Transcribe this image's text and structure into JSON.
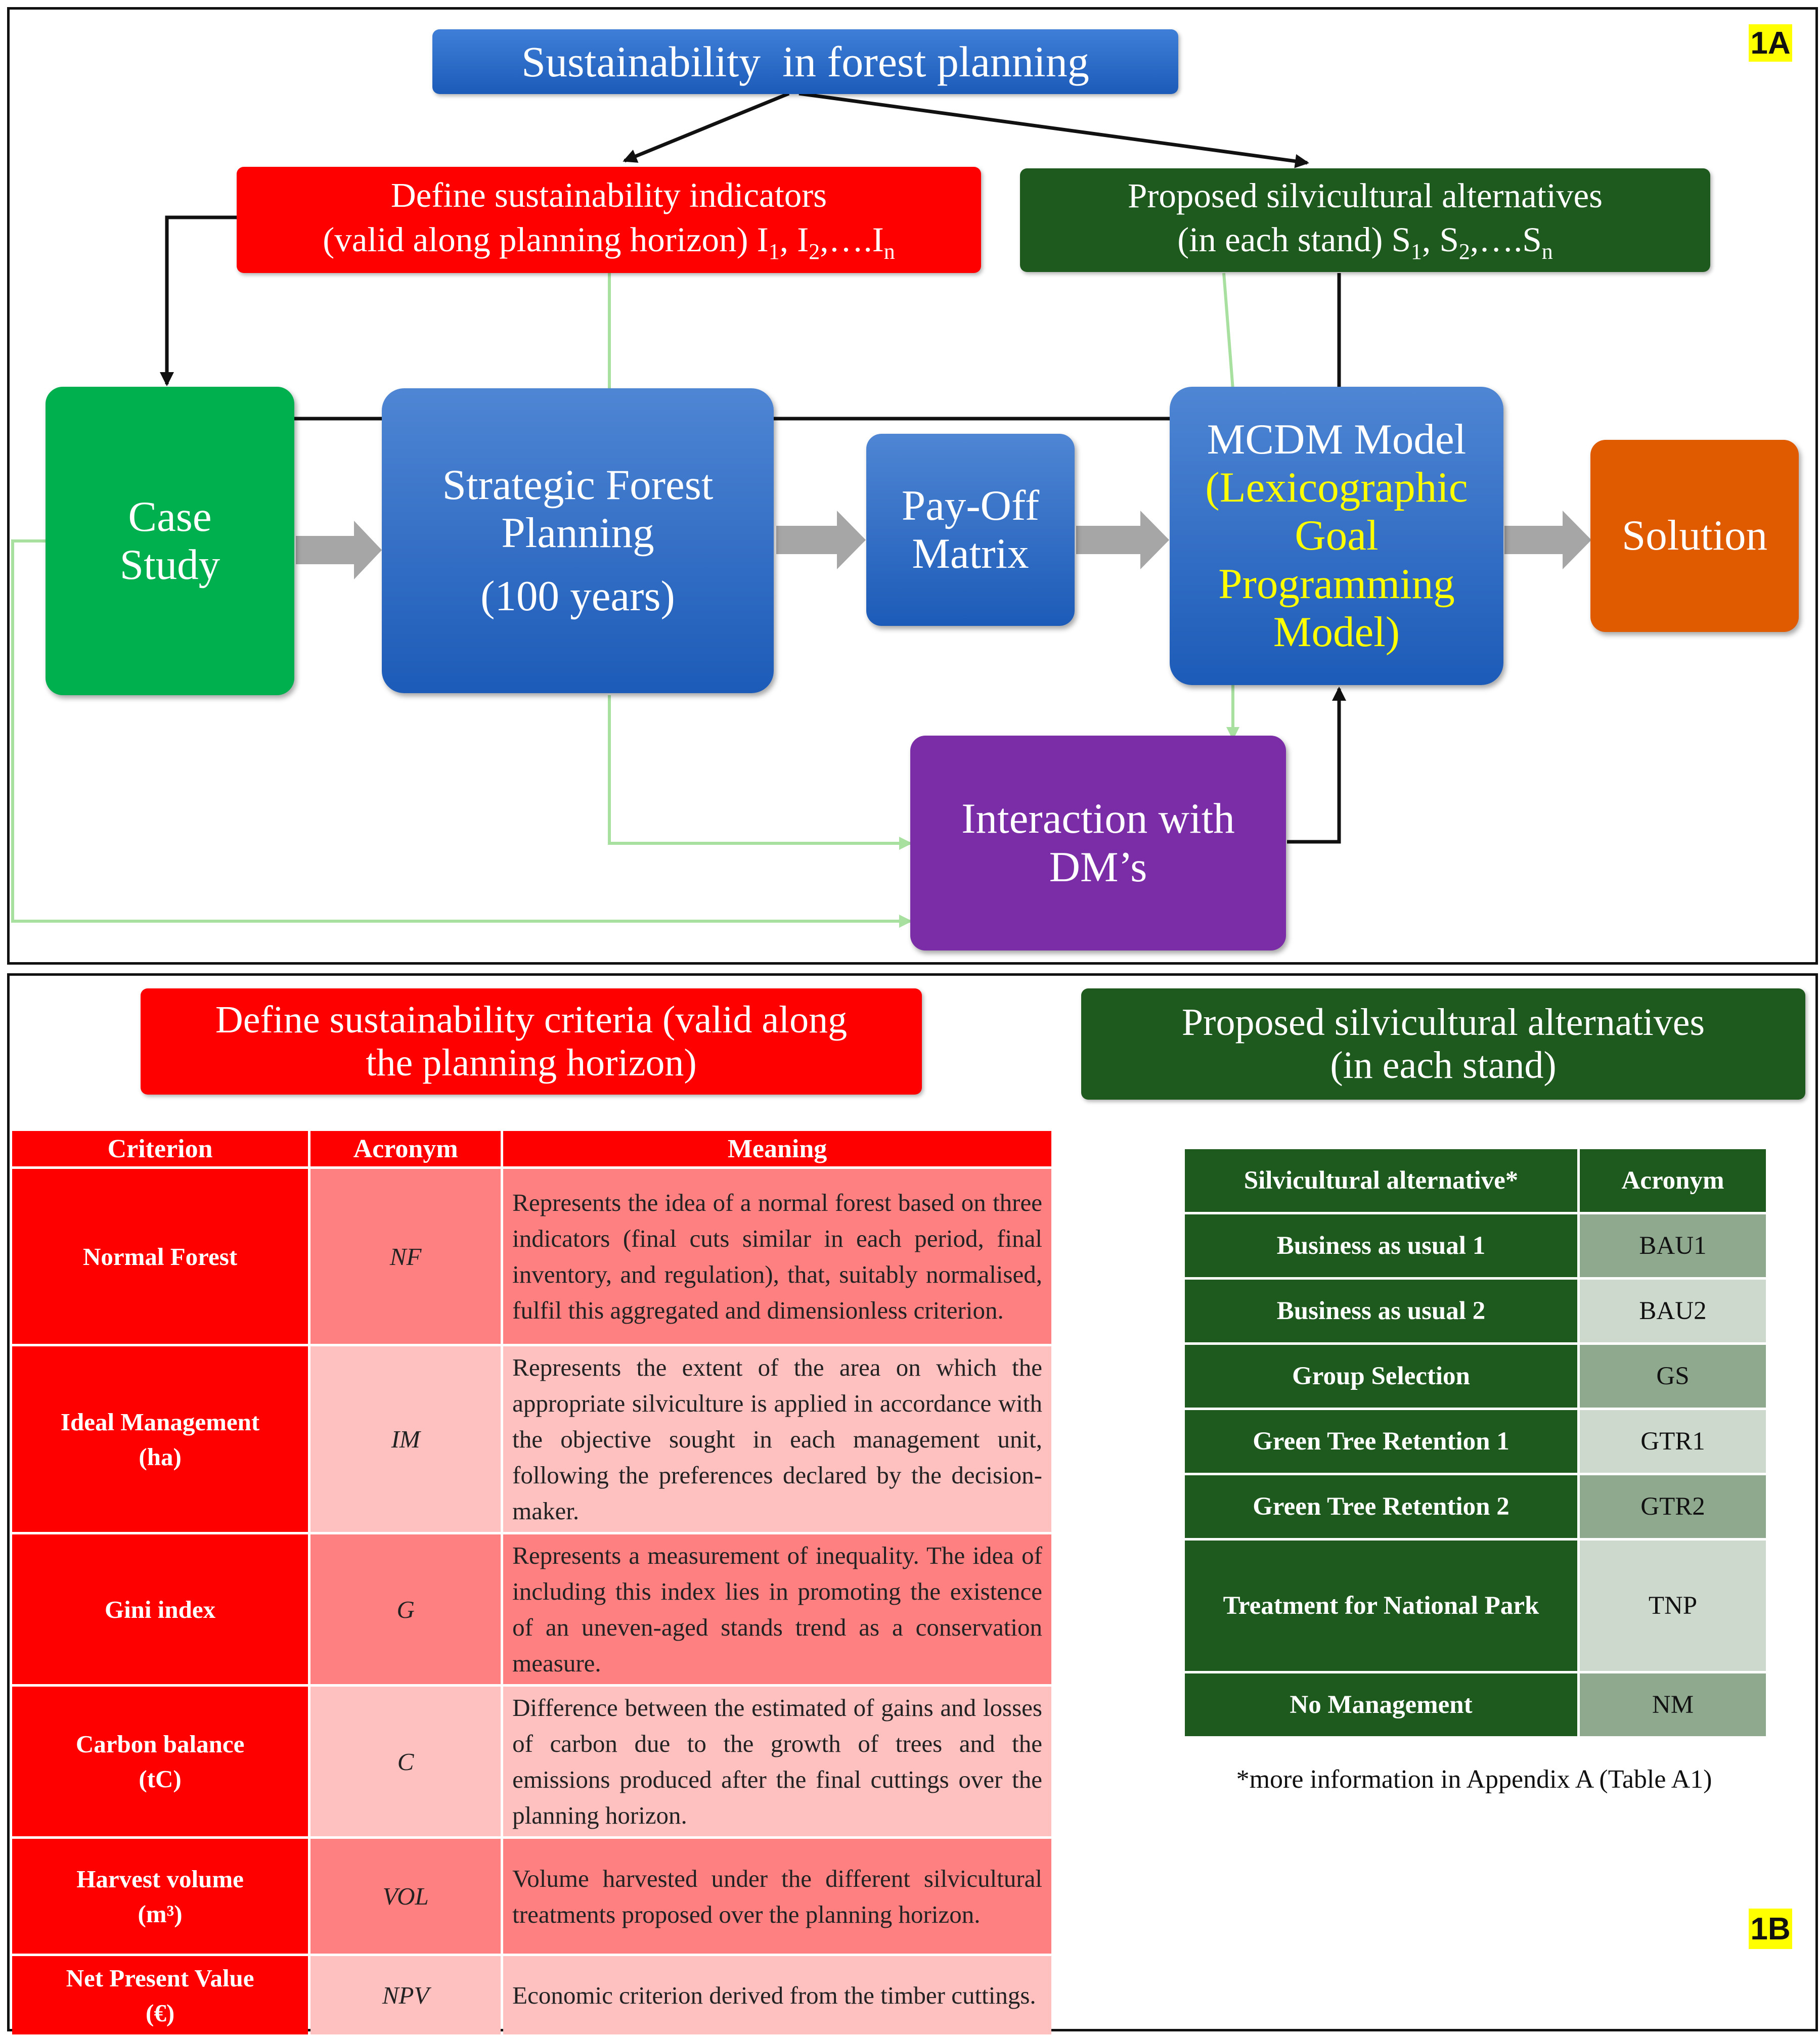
{
  "panel_1a": {
    "tag": "1A",
    "title": "Sustainability  in forest planning",
    "indicators": {
      "line1": "Define sustainability indicators",
      "line2": "(valid along planning horizon) I",
      "subscripts": [
        "1",
        "2",
        "n"
      ],
      "separators": [
        ", I",
        ",….I"
      ]
    },
    "alternatives": {
      "line1": "Proposed silvicultural alternatives",
      "line2": "(in each stand) S",
      "subscripts": [
        "1",
        "2",
        "n"
      ],
      "separators": [
        ", S",
        ",….S"
      ]
    },
    "case_study": [
      "Case",
      "Study"
    ],
    "strategic": [
      "Strategic Forest",
      "Planning",
      "(100 years)"
    ],
    "payoff": [
      "Pay-Off",
      "Matrix"
    ],
    "mcdm": {
      "title": "MCDM Model",
      "subtitle": [
        "(Lexicographic",
        "Goal",
        "Programming",
        "Model)"
      ]
    },
    "solution": "Solution",
    "interaction": [
      "Interaction with",
      "DM’s"
    ],
    "colors": {
      "blue": "#2563c0",
      "red": "#ff0000",
      "dark_green": "#1e5a1e",
      "green": "#00b04f",
      "orange": "#e05a00",
      "purple": "#7a2da6",
      "yellow_text": "#ffff00",
      "light_green_line": "#a8e0a0"
    }
  },
  "panel_1b": {
    "tag": "1B",
    "criteria_title": [
      "Define sustainability criteria (valid along",
      "the planning horizon)"
    ],
    "alternatives_title": [
      "Proposed silvicultural alternatives",
      "(in each stand)"
    ],
    "criteria_headers": [
      "Criterion",
      "Acronym",
      "Meaning"
    ],
    "criteria": [
      {
        "name": [
          "Normal Forest"
        ],
        "acronym": "NF",
        "meaning": "Represents the idea of a normal forest based on three indicators (final cuts similar in each period, final inventory, and regulation), that, suitably normalised, fulfil this aggregated and dimensionless criterion."
      },
      {
        "name": [
          "Ideal Management",
          "(ha)"
        ],
        "acronym": "IM",
        "meaning": "Represents the extent of the area on which the appropriate silviculture is applied in accordance with the objective sought in each management unit, following the preferences declared by the decision-maker."
      },
      {
        "name": [
          "Gini index"
        ],
        "acronym": "G",
        "meaning": "Represents a measurement of inequality. The idea of including this index lies in promoting the existence of an uneven-aged stands trend as a conservation measure."
      },
      {
        "name": [
          "Carbon balance",
          "(tC)"
        ],
        "acronym": "C",
        "meaning": "Difference between the estimated of gains and losses of carbon due to the growth of trees and the emissions produced after the final cuttings over the planning horizon."
      },
      {
        "name": [
          "Harvest volume",
          "(m³)"
        ],
        "acronym": "VOL",
        "meaning": "Volume harvested under the different silvicultural treatments proposed over the planning horizon."
      },
      {
        "name": [
          "Net Present Value",
          "(€)"
        ],
        "acronym": "NPV",
        "meaning": "Economic criterion derived from the timber cuttings."
      }
    ],
    "silv_headers": [
      "Silvicultural alternative*",
      "Acronym"
    ],
    "silv": [
      {
        "name": "Business as usual 1",
        "acronym": "BAU1"
      },
      {
        "name": "Business as usual 2",
        "acronym": "BAU2"
      },
      {
        "name": "Group Selection",
        "acronym": "GS"
      },
      {
        "name": "Green Tree Retention 1",
        "acronym": "GTR1"
      },
      {
        "name": "Green Tree Retention 2",
        "acronym": "GTR2"
      },
      {
        "name": "Treatment for National Park",
        "acronym": "TNP"
      },
      {
        "name": "No Management",
        "acronym": "NM"
      }
    ],
    "footnote": "*more information in Appendix A (Table A1)"
  }
}
